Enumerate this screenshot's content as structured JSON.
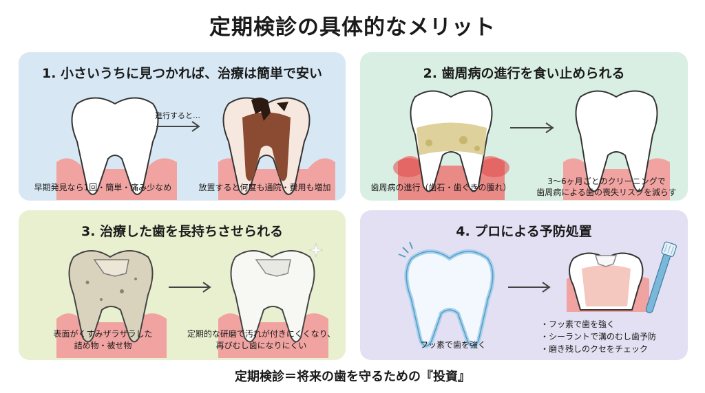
{
  "title": "定期検診の具体的なメリット",
  "panels": [
    {
      "title": "1. 小さいうちに見つかれば、治療は簡単で安い",
      "arrow_label": "進行すると…",
      "captions": [
        "早期発見なら1回・簡単・痛み少なめ",
        "放置すると何度も通院・費用も増加"
      ]
    },
    {
      "title": "2. 歯周病の進行を食い止められる",
      "captions": [
        "歯周病の進行（歯石・歯ぐきの腫れ）",
        "3〜6ヶ月ごとのクリーニングで",
        "歯周病による歯の喪失リスクを減らす"
      ]
    },
    {
      "title": "3. 治療した歯を長持ちさせられる",
      "captions": [
        "表面がくすみザラザラした",
        "詰め物・被せ物",
        "定期的な研磨で汚れが付きにくくなり、",
        "再びむし歯になりにくい"
      ]
    },
    {
      "title": "4. プロによる予防処置",
      "captions": [
        "フッ素で歯を強く"
      ],
      "list": [
        "・フッ素で歯を強く",
        "・シーラントで溝のむし歯予防",
        "・磨き残しのクセをチェック"
      ]
    }
  ],
  "footer": "定期検診＝将来の歯を守るための『投資』",
  "colors": {
    "panel1": "#d7e8f4",
    "panel2": "#d9efe3",
    "panel3": "#e8f0cf",
    "panel4": "#e2e0f2",
    "gum": "#f0a3a0",
    "tooth": "#ffffff",
    "decay": "#2b1a12",
    "tartar": "#d8c98a"
  },
  "icons": [
    "healthy-tooth-icon",
    "decayed-tooth-icon",
    "inflamed-tooth-icon",
    "clean-tooth-icon",
    "stained-filling-tooth-icon",
    "polished-filling-tooth-icon",
    "fluoride-tooth-icon",
    "sealant-tooth-icon",
    "toothbrush-icon",
    "arrow-icon"
  ]
}
